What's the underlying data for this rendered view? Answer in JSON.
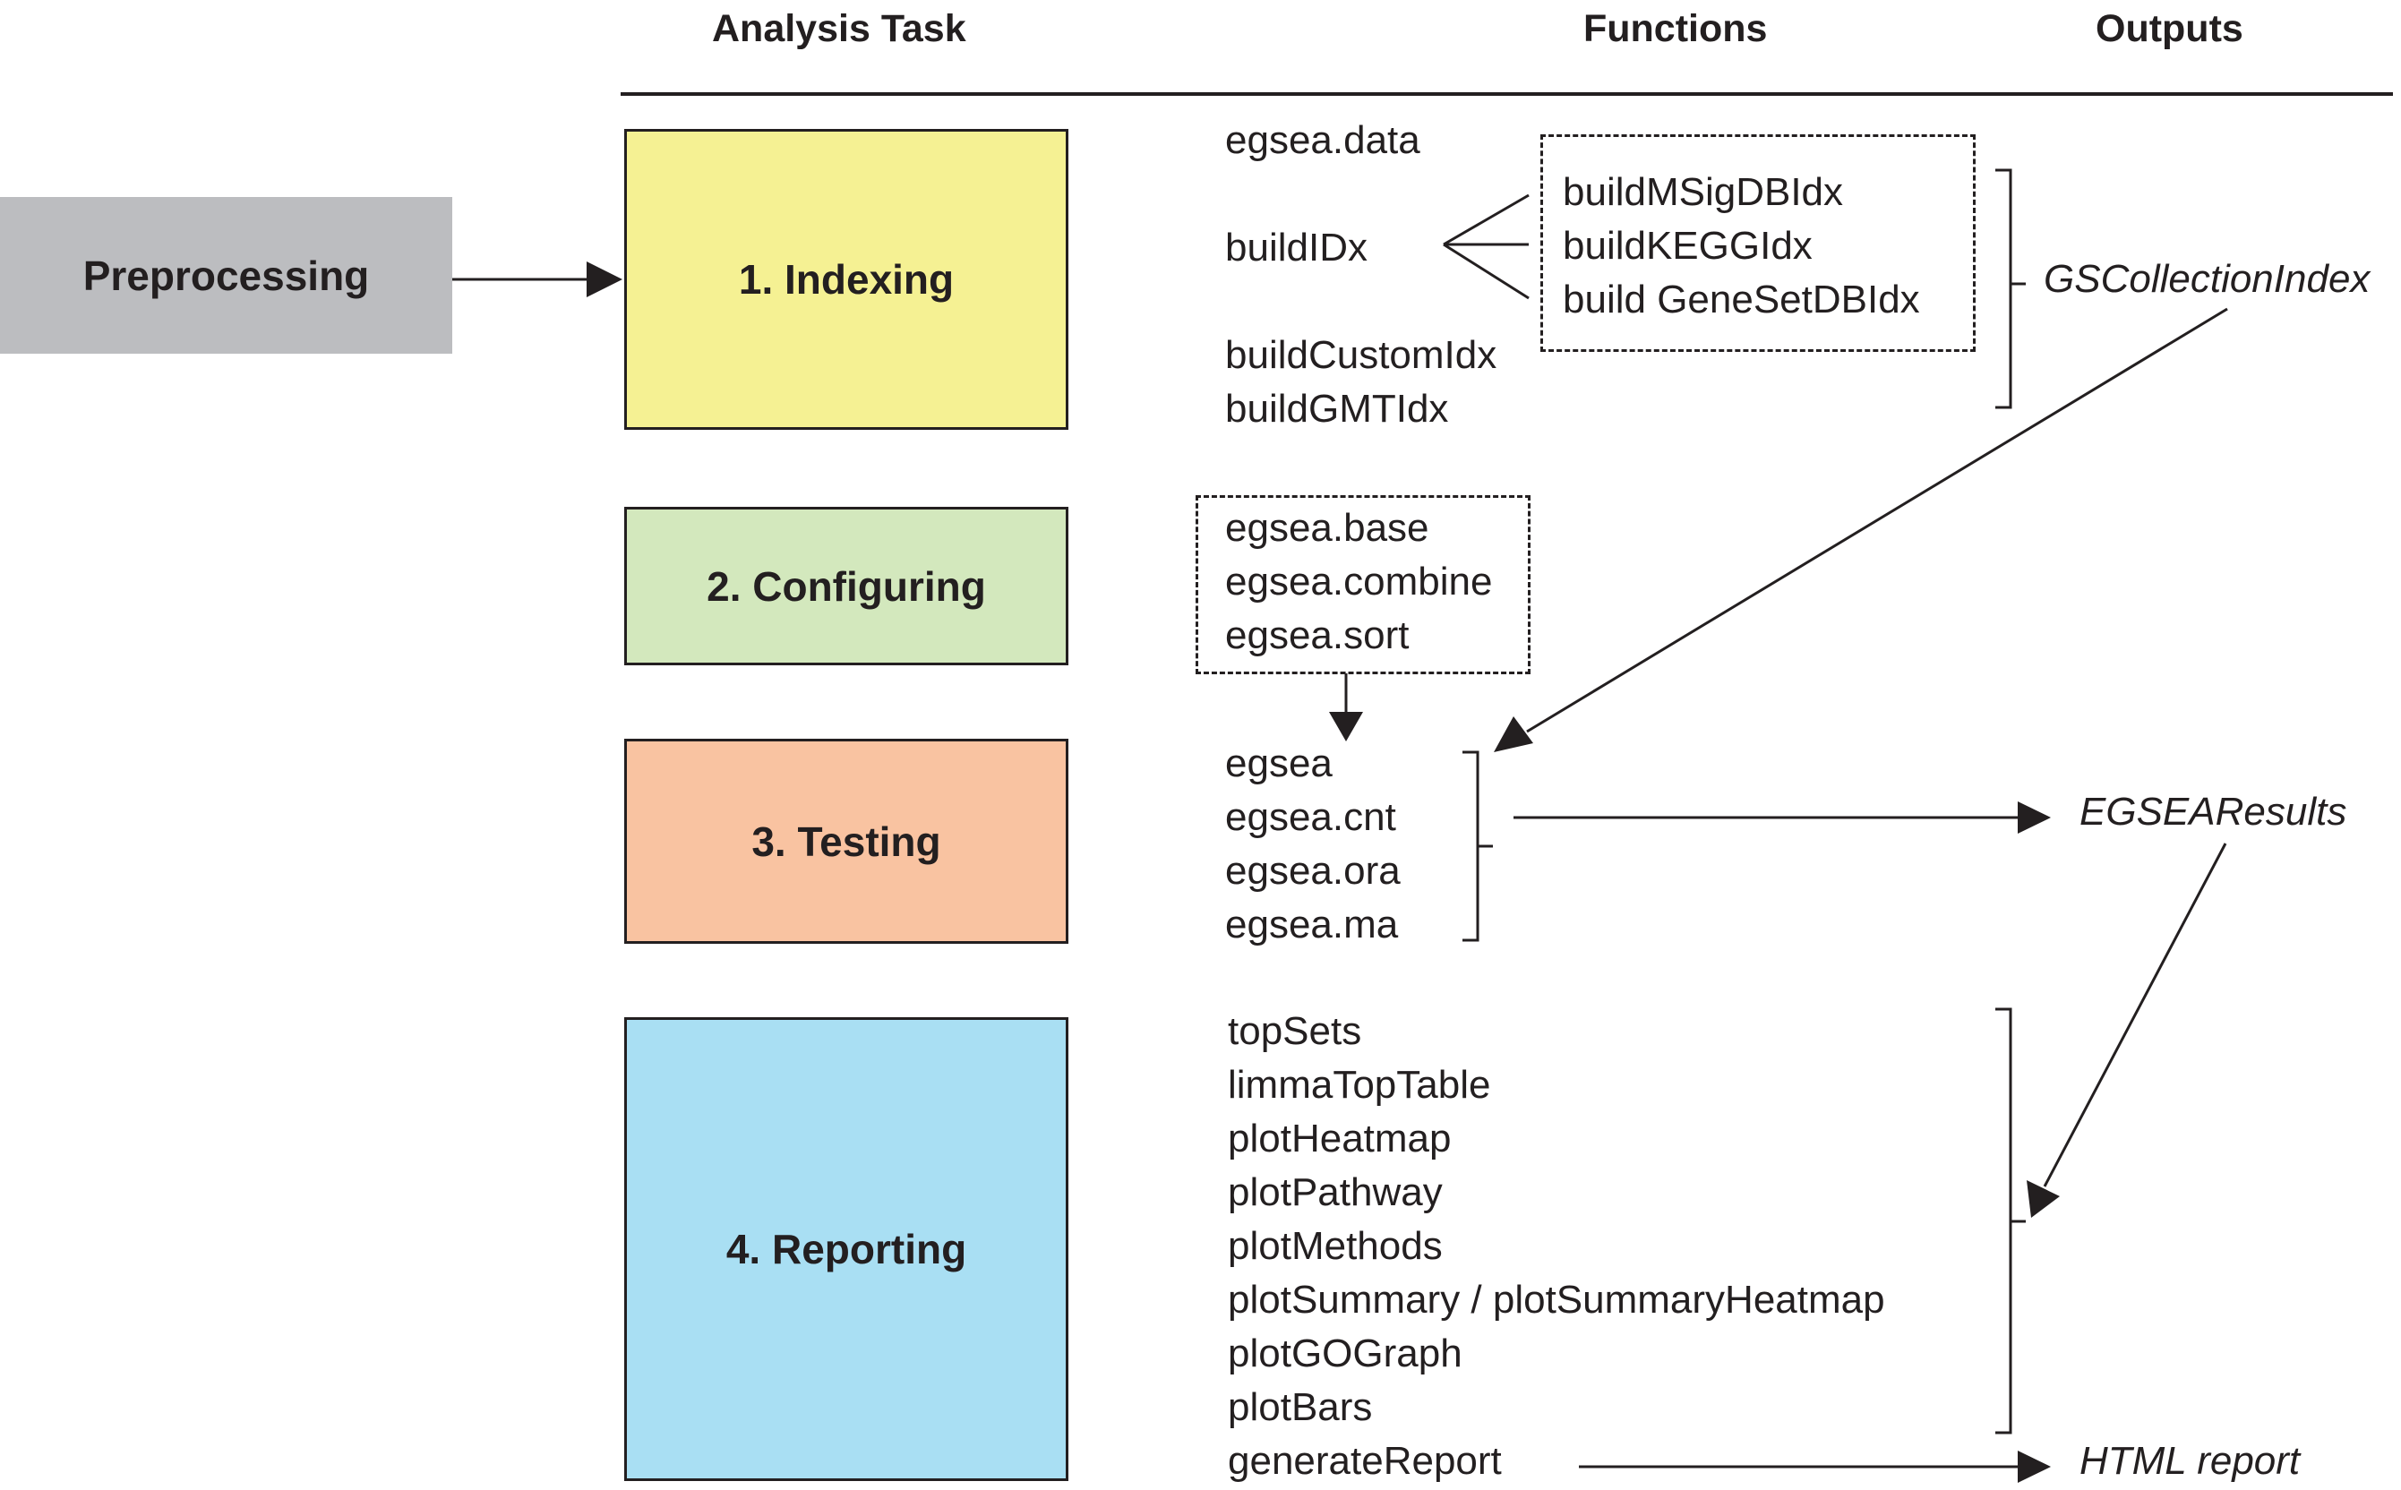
{
  "headers": {
    "task": "Analysis Task",
    "functions": "Functions",
    "outputs": "Outputs"
  },
  "preprocessing": "Preprocessing",
  "tasks": [
    {
      "label": "1. Indexing",
      "color": "#f5f193"
    },
    {
      "label": "2. Configuring",
      "color": "#d3e8bd"
    },
    {
      "label": "3. Testing",
      "color": "#f9c3a1"
    },
    {
      "label": "4. Reporting",
      "color": "#a9dff3"
    }
  ],
  "preprocessing_color": "#bcbdc0",
  "indexing": {
    "data": "egsea.data",
    "buildIDx": "buildIDx",
    "sub": [
      "buildMSigDBIdx",
      "buildKEGGIdx",
      "build GeneSetDBIdx"
    ],
    "custom": [
      "buildCustomIdx",
      "buildGMTIdx"
    ]
  },
  "configuring": [
    "egsea.base",
    "egsea.combine",
    "egsea.sort"
  ],
  "testing": [
    "egsea",
    "egsea.cnt",
    "egsea.ora",
    "egsea.ma"
  ],
  "reporting": [
    "topSets",
    "limmaTopTable",
    "plotHeatmap",
    "plotPathway",
    "plotMethods",
    "plotSummary / plotSummaryHeatmap",
    "plotGOGraph",
    "plotBars",
    "generateReport"
  ],
  "outputs": {
    "index": "GSCollectionIndex",
    "results": "EGSEAResults",
    "report": "HTML report"
  }
}
